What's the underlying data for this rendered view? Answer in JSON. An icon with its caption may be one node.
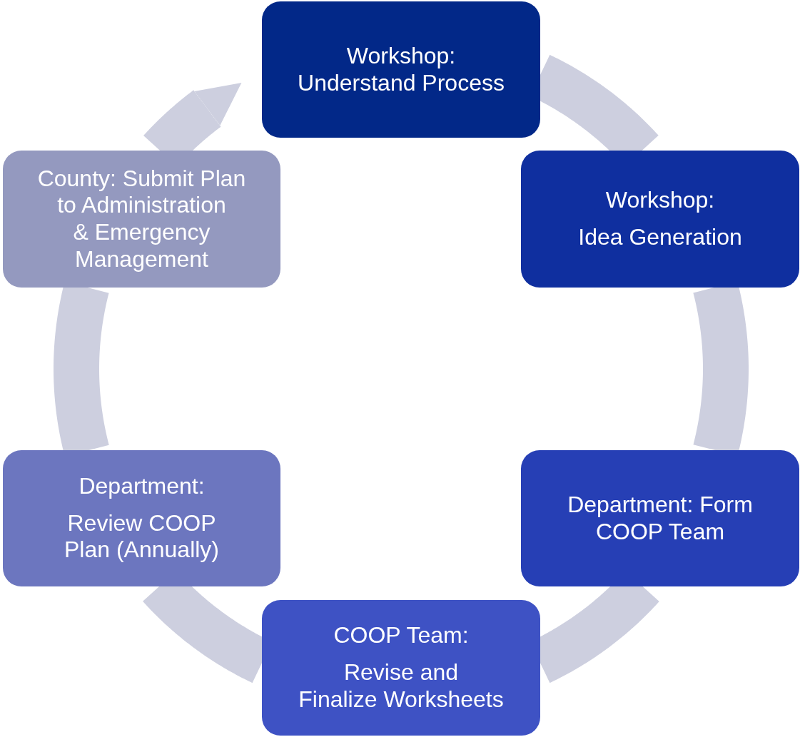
{
  "diagram": {
    "nodes": [
      {
        "text": [
          "Workshop: Understand Process"
        ]
      },
      {
        "text": [
          "Workshop:",
          "Idea Generation"
        ]
      },
      {
        "text": [
          "Department: Form COOP Team"
        ]
      },
      {
        "text": [
          "COOP Team:",
          "Revise and Finalize Worksheets"
        ]
      },
      {
        "text": [
          "Department:",
          "Review COOP Plan (Annually)"
        ]
      },
      {
        "text": [
          "County: Submit Plan to Administration & Emergency Management"
        ]
      }
    ],
    "edges": [
      {
        "from": 0,
        "to": 1,
        "arrow": "none"
      },
      {
        "from": 1,
        "to": 2,
        "arrow": "none"
      },
      {
        "from": 2,
        "to": 3,
        "arrow": "none"
      },
      {
        "from": 3,
        "to": 4,
        "arrow": "none"
      },
      {
        "from": 4,
        "to": 5,
        "arrow": "none"
      },
      {
        "from": 5,
        "to": 0,
        "arrow": "to"
      }
    ]
  }
}
